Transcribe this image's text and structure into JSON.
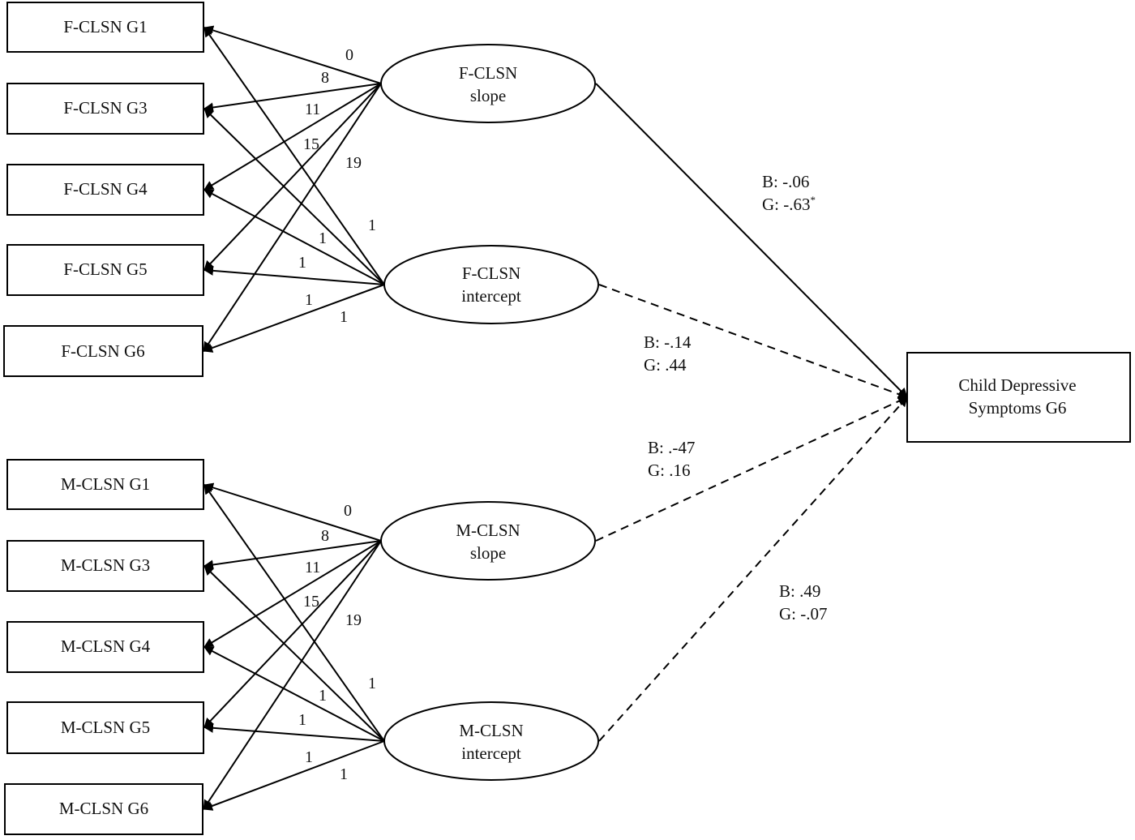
{
  "observed": {
    "father": [
      "F-CLSN G1",
      "F-CLSN G3",
      "F-CLSN G4",
      "F-CLSN G5",
      "F-CLSN G6"
    ],
    "mother": [
      "M-CLSN G1",
      "M-CLSN G3",
      "M-CLSN G4",
      "M-CLSN G5",
      "M-CLSN G6"
    ]
  },
  "latent": {
    "father_slope": [
      "F-CLSN",
      "slope"
    ],
    "father_intercept": [
      "F-CLSN",
      "intercept"
    ],
    "mother_slope": [
      "M-CLSN",
      "slope"
    ],
    "mother_intercept": [
      "M-CLSN",
      "intercept"
    ]
  },
  "outcome": [
    "Child Depressive",
    "Symptoms G6"
  ],
  "slope_loadings": [
    "0",
    "8",
    "11",
    "15",
    "19"
  ],
  "intercept_loadings": [
    "1",
    "1",
    "1",
    "1",
    "1"
  ],
  "paths": {
    "father_slope": {
      "B": "B: -.06",
      "G": "G: -.63",
      "sig": "*",
      "style": "solid"
    },
    "father_intercept": {
      "B": "B: -.14",
      "G": "G: .44",
      "sig": "",
      "style": "dashed"
    },
    "mother_slope": {
      "B": "B: .-47",
      "G": "G: .16",
      "sig": "",
      "style": "dashed"
    },
    "mother_intercept": {
      "B": "B: .49",
      "G": "G: -.07",
      "sig": "",
      "style": "dashed"
    }
  }
}
